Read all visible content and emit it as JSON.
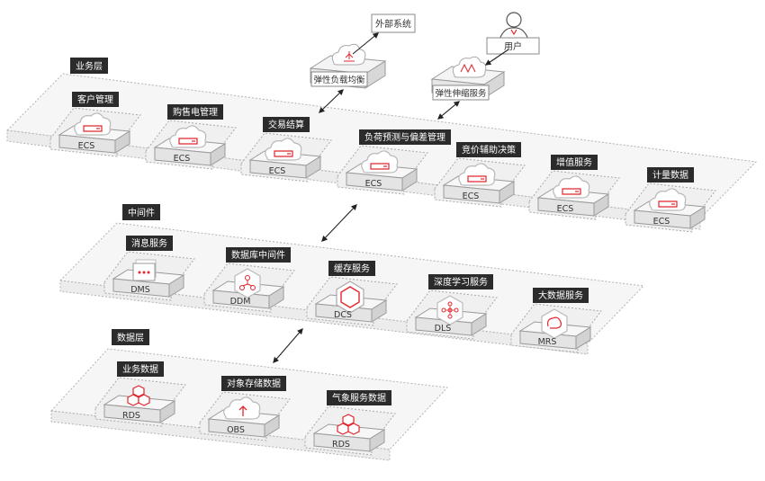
{
  "layers": {
    "business": "业务层",
    "middleware": "中间件",
    "data": "数据层"
  },
  "external": {
    "external_system": "外部系统",
    "user": "用户",
    "elb": "弹性负载均衡",
    "as": "弹性伸缩服务"
  },
  "business_services": [
    {
      "title": "客户管理",
      "node": "ECS",
      "icon": "ecs-cloud-icon"
    },
    {
      "title": "购售电管理",
      "node": "ECS",
      "icon": "ecs-cloud-icon"
    },
    {
      "title": "交易结算",
      "node": "ECS",
      "icon": "ecs-cloud-icon"
    },
    {
      "title": "负荷预测与偏差管理",
      "node": "ECS",
      "icon": "ecs-cloud-icon"
    },
    {
      "title": "竞价辅助决策",
      "node": "ECS",
      "icon": "ecs-cloud-icon"
    },
    {
      "title": "增值服务",
      "node": "ECS",
      "icon": "ecs-cloud-icon"
    },
    {
      "title": "计量数据",
      "node": "ECS",
      "icon": "ecs-cloud-icon"
    }
  ],
  "middleware_services": [
    {
      "title": "消息服务",
      "node": "DMS",
      "icon": "dms-message-icon"
    },
    {
      "title": "数据库中间件",
      "node": "DDM",
      "icon": "ddm-network-icon"
    },
    {
      "title": "缓存服务",
      "node": "DCS",
      "icon": "dcs-cache-icon"
    },
    {
      "title": "深度学习服务",
      "node": "DLS",
      "icon": "dls-neural-icon"
    },
    {
      "title": "大数据服务",
      "node": "MRS",
      "icon": "mrs-bigdata-icon"
    }
  ],
  "data_services": [
    {
      "title": "业务数据",
      "node": "RDS",
      "icon": "rds-database-icon"
    },
    {
      "title": "对象存储数据",
      "node": "OBS",
      "icon": "obs-upload-icon"
    },
    {
      "title": "气象服务数据",
      "node": "RDS",
      "icon": "rds-database-icon"
    }
  ],
  "colors": {
    "accent": "#e1262d",
    "label_bg": "#2b2b2b",
    "label_text": "#ffffff",
    "platform_top": "#f1f1f1",
    "platform_side": "#dcdcdc",
    "border_dash": "#a9a9a9"
  }
}
